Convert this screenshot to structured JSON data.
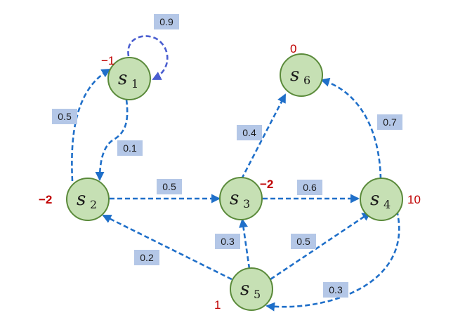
{
  "states": [
    {
      "id": "s1",
      "letter": "s",
      "sub": "1",
      "reward": "−1"
    },
    {
      "id": "s2",
      "letter": "s",
      "sub": "2",
      "reward": "−2"
    },
    {
      "id": "s3",
      "letter": "s",
      "sub": "3",
      "reward": "−2"
    },
    {
      "id": "s4",
      "letter": "s",
      "sub": "4",
      "reward": "10"
    },
    {
      "id": "s5",
      "letter": "s",
      "sub": "5",
      "reward": "1"
    },
    {
      "id": "s6",
      "letter": "s",
      "sub": "6",
      "reward": "0"
    }
  ],
  "transitions": [
    {
      "from": "s1",
      "to": "s1",
      "prob": "0.9"
    },
    {
      "from": "s1",
      "to": "s2",
      "prob": "0.1"
    },
    {
      "from": "s2",
      "to": "s1",
      "prob": "0.5"
    },
    {
      "from": "s2",
      "to": "s3",
      "prob": "0.5"
    },
    {
      "from": "s3",
      "to": "s6",
      "prob": "0.4"
    },
    {
      "from": "s3",
      "to": "s4",
      "prob": "0.6"
    },
    {
      "from": "s4",
      "to": "s6",
      "prob": "0.7"
    },
    {
      "from": "s4",
      "to": "s5",
      "prob": "0.3"
    },
    {
      "from": "s5",
      "to": "s2",
      "prob": "0.2"
    },
    {
      "from": "s5",
      "to": "s3",
      "prob": "0.3"
    },
    {
      "from": "s5",
      "to": "s4",
      "prob": "0.5"
    }
  ]
}
